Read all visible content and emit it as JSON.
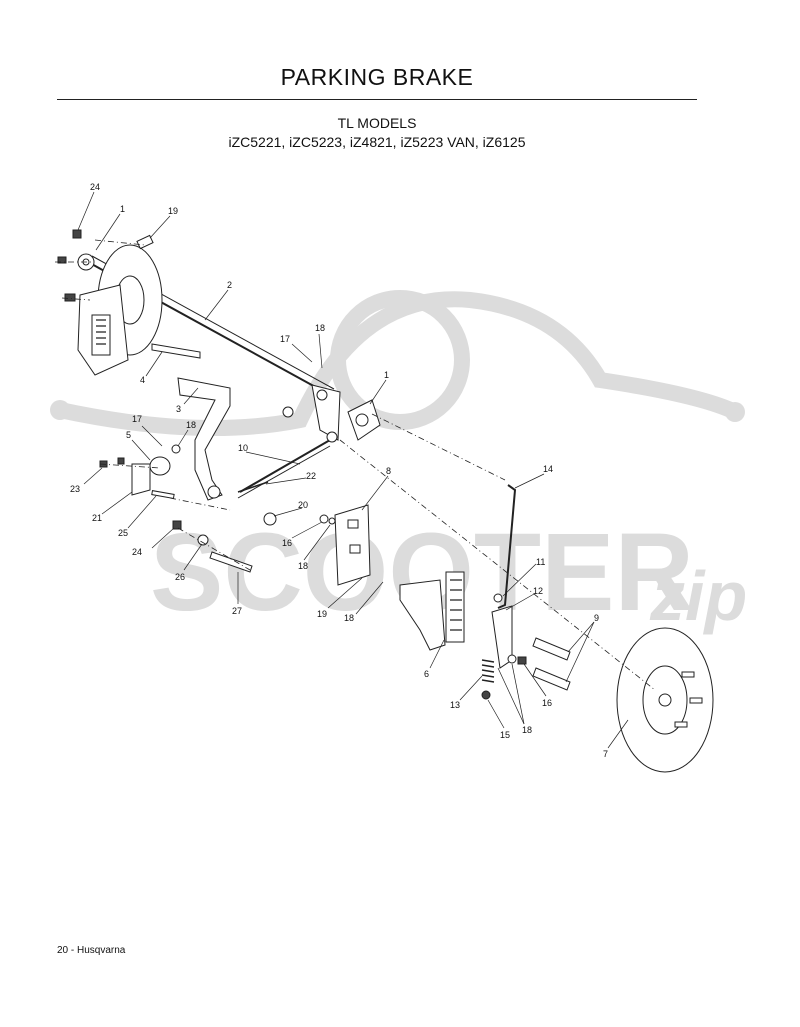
{
  "page": {
    "title": "PARKING BRAKE",
    "subtitle_line1": "TL MODELS",
    "subtitle_line2": "iZC5221, iZC5223,  iZ4821, iZ5223 VAN,  iZ6125",
    "footer": "20 - Husqvarna"
  },
  "watermark": {
    "text": "SCOOTER",
    "script": "zip",
    "color": "#d9d9d9"
  },
  "diagram": {
    "callouts": [
      "24",
      "1",
      "19",
      "2",
      "17",
      "18",
      "4",
      "1",
      "3",
      "17",
      "18",
      "5",
      "10",
      "23",
      "22",
      "8",
      "14",
      "21",
      "25",
      "20",
      "16",
      "24",
      "26",
      "18",
      "11",
      "12",
      "19",
      "18",
      "27",
      "9",
      "6",
      "16",
      "13",
      "18",
      "15",
      "7"
    ]
  }
}
